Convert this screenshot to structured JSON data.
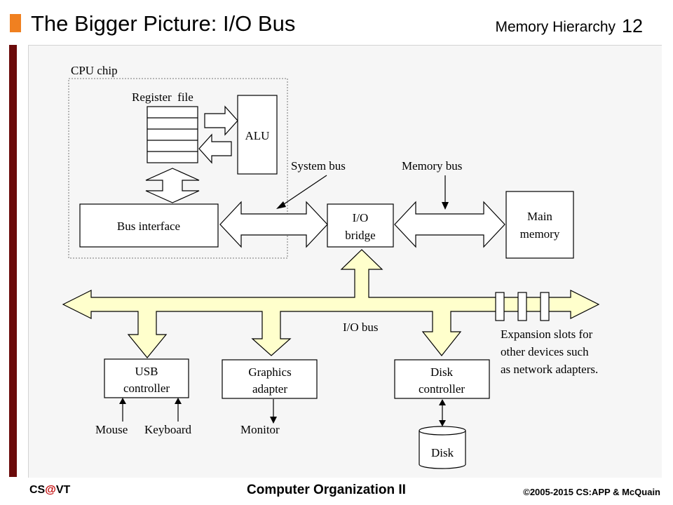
{
  "header": {
    "title": "The Bigger Picture: I/O Bus",
    "section": "Memory Hierarchy",
    "slide_number": "12"
  },
  "diagram": {
    "cpu_chip_label": "CPU chip",
    "register_file_label": "Register  file",
    "alu_label": "ALU",
    "bus_interface_label": "Bus interface",
    "system_bus_label": "System bus",
    "memory_bus_label": "Memory bus",
    "io_bridge_line1": "I/O",
    "io_bridge_line2": "bridge",
    "main_memory_line1": "Main",
    "main_memory_line2": "memory",
    "io_bus_label": "I/O bus",
    "expansion_line1": "Expansion slots for",
    "expansion_line2": "other devices such",
    "expansion_line3": "as network adapters.",
    "usb_line1": "USB",
    "usb_line2": "controller",
    "graphics_line1": "Graphics",
    "graphics_line2": "adapter",
    "disk_ctrl_line1": "Disk",
    "disk_ctrl_line2": "controller",
    "mouse_label": "Mouse",
    "keyboard_label": "Keyboard",
    "monitor_label": "Monitor",
    "disk_label": "Disk"
  },
  "colors": {
    "bus_fill": "#ffffcc",
    "accent_orange": "#f08020",
    "left_bar": "#6b0a0a",
    "footer_at": "#c00000"
  },
  "footer": {
    "left_prefix": "CS",
    "left_at": "@",
    "left_suffix": "VT",
    "center": "Computer Organization II",
    "right": "©2005-2015 CS:APP & McQuain"
  }
}
